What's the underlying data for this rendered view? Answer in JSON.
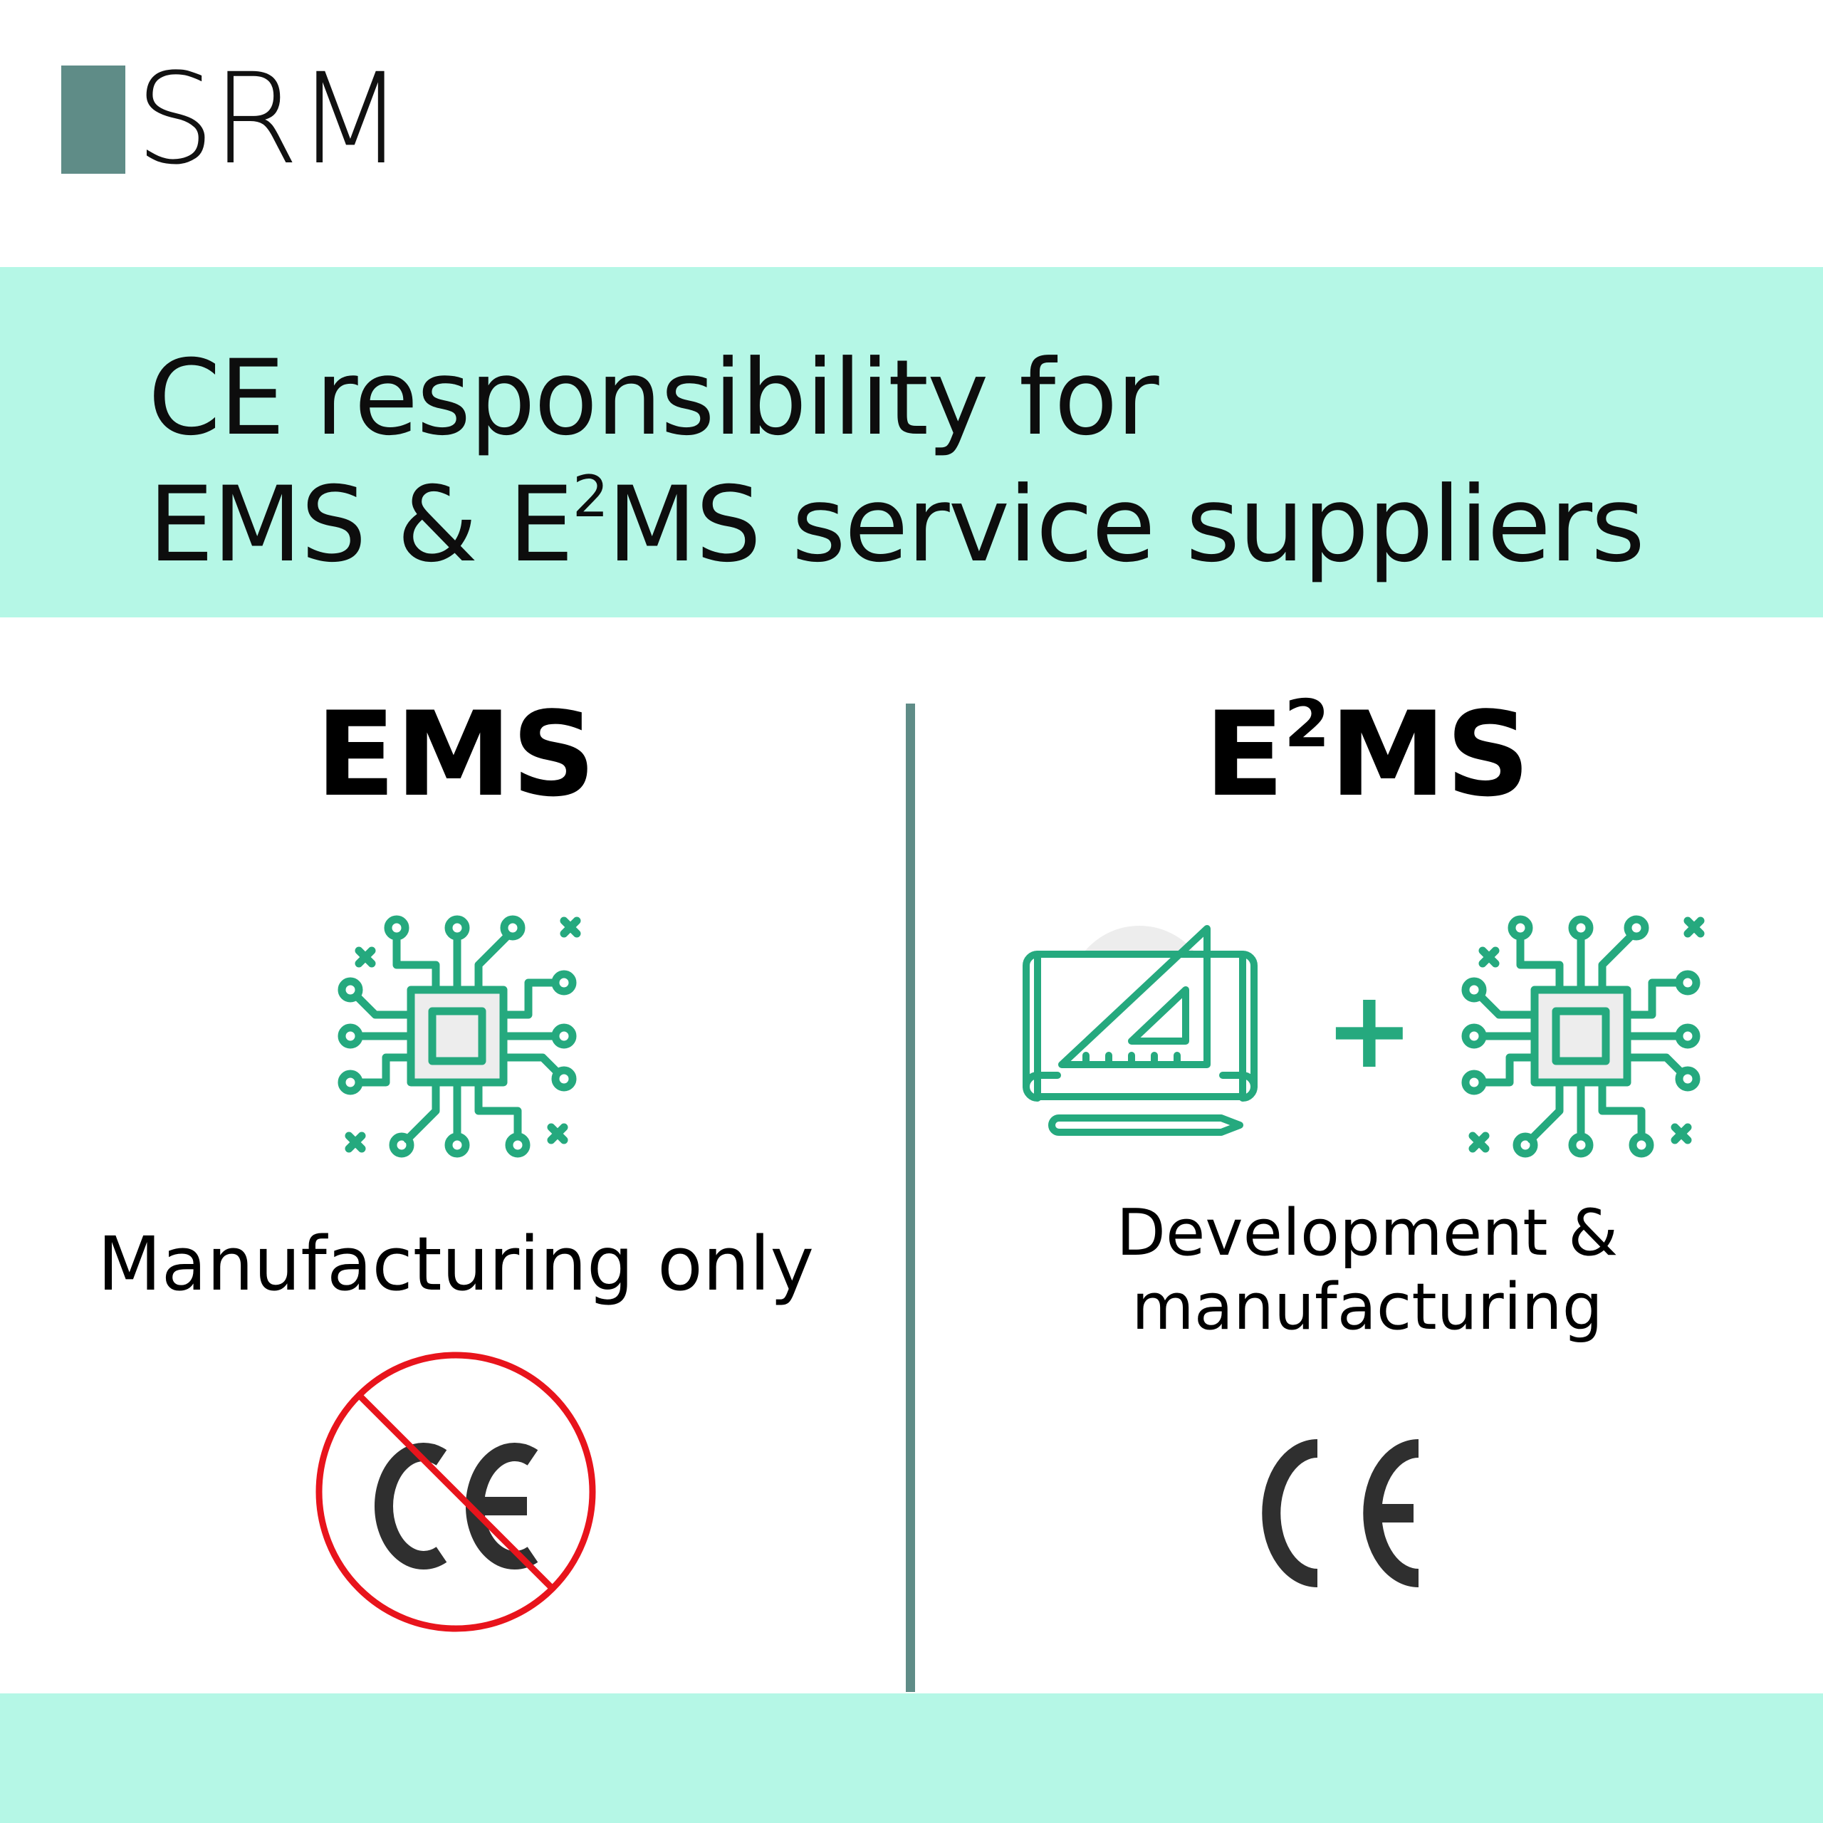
{
  "logo": {
    "text": "SRM",
    "color": "#5f8c87"
  },
  "title": {
    "line1": "CE responsibility for",
    "line2_prefix": "EMS & E",
    "line2_sup": "2",
    "line2_suffix": "MS service suppliers"
  },
  "left": {
    "heading": "EMS",
    "caption": "Manufacturing only",
    "icons": [
      "circuit-chip-icon",
      "crossed-out-ce-mark-icon"
    ]
  },
  "right": {
    "heading_prefix": "E",
    "heading_sup": "2",
    "heading_suffix": "MS",
    "caption_line1": "Development &",
    "caption_line2": "manufacturing",
    "plus": "+",
    "icons": [
      "blueprint-icon",
      "plus-icon",
      "circuit-chip-icon",
      "ce-mark-icon"
    ]
  },
  "colors": {
    "band": "#b5f7e6",
    "accent": "#25a97e",
    "divider": "#5f8c87",
    "prohibition": "#e8141c",
    "ce_mark": "#2f2f2f"
  }
}
